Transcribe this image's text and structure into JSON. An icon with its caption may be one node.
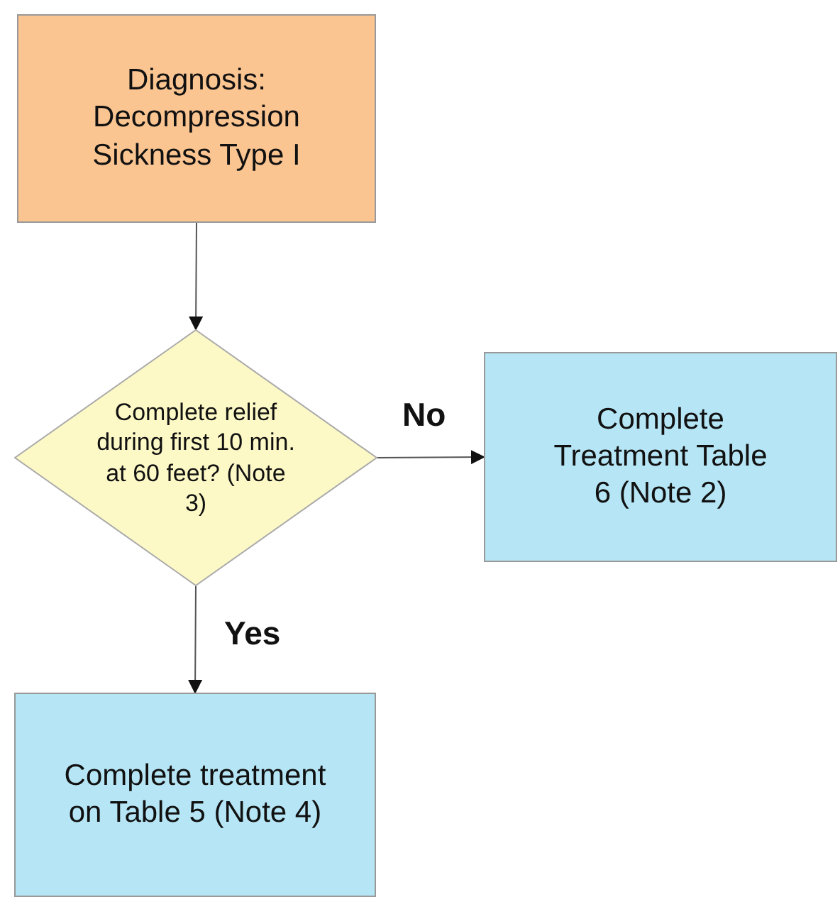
{
  "diagram": {
    "nodes": [
      {
        "text": [
          "Diagnosis: Decompression Sickness Type I"
        ]
      },
      {
        "text": [
          "Complete relief during first 10 min. at 60 feet? (Note 3)"
        ]
      },
      {
        "text": [
          "Complete Treatment Table 6 (Note 2)"
        ]
      },
      {
        "text": [
          "Complete treatment on Table 5 (Note 4)"
        ]
      }
    ],
    "edges": [
      {
        "from": 0,
        "to": 1,
        "arrow": "to"
      },
      {
        "from": 1,
        "to": 2,
        "arrow": "to",
        "label": "No"
      },
      {
        "from": 1,
        "to": 3,
        "arrow": "to",
        "label": "Yes"
      }
    ]
  }
}
